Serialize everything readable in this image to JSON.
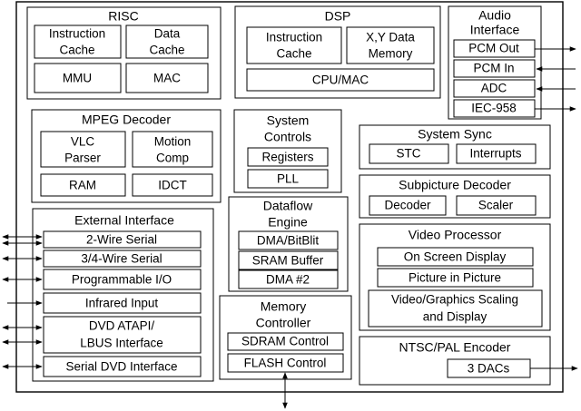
{
  "blocks": {
    "risc": {
      "title": "RISC",
      "instruction_cache": [
        "Instruction",
        "Cache"
      ],
      "data_cache": [
        "Data",
        "Cache"
      ],
      "mmu": "MMU",
      "mac": "MAC"
    },
    "dsp": {
      "title": "DSP",
      "instruction_cache": [
        "Instruction",
        "Cache"
      ],
      "xy_memory": [
        "X,Y Data",
        "Memory"
      ],
      "cpu_mac": "CPU/MAC"
    },
    "audio": {
      "title": [
        "Audio",
        "Interface"
      ],
      "pcm_out": "PCM Out",
      "pcm_in": "PCM In",
      "adc": "ADC",
      "iec": "IEC-958"
    },
    "mpeg": {
      "title": "MPEG Decoder",
      "vlc": [
        "VLC",
        "Parser"
      ],
      "motion": [
        "Motion",
        "Comp"
      ],
      "ram": "RAM",
      "idct": "IDCT"
    },
    "syscontrols": {
      "title": [
        "System",
        "Controls"
      ],
      "registers": "Registers",
      "pll": "PLL"
    },
    "syssync": {
      "title": "System Sync",
      "stc": "STC",
      "interrupts": "Interrupts"
    },
    "subpicture": {
      "title": "Subpicture Decoder",
      "decoder": "Decoder",
      "scaler": "Scaler"
    },
    "dataflow": {
      "title": [
        "Dataflow",
        "Engine"
      ],
      "dma_bitblit": "DMA/BitBlit",
      "sram": "SRAM Buffer",
      "dma2": "DMA #2"
    },
    "external": {
      "title": "External Interface",
      "two_wire": "2-Wire Serial",
      "three_four_wire": "3/4-Wire Serial",
      "prog_io": "Programmable I/O",
      "infrared": "Infrared Input",
      "dvd_atapi": [
        "DVD ATAPI/",
        "LBUS Interface"
      ],
      "serial_dvd": "Serial DVD Interface"
    },
    "video": {
      "title": "Video Processor",
      "osd": "On Screen Display",
      "pip": "Picture in Picture",
      "scaling": [
        "Video/Graphics Scaling",
        "and Display"
      ]
    },
    "memctrl": {
      "title": [
        "Memory",
        "Controller"
      ],
      "sdram": "SDRAM Control",
      "flash": "FLASH Control"
    },
    "ntsc": {
      "title": "NTSC/PAL Encoder",
      "dacs": "3 DACs"
    }
  }
}
